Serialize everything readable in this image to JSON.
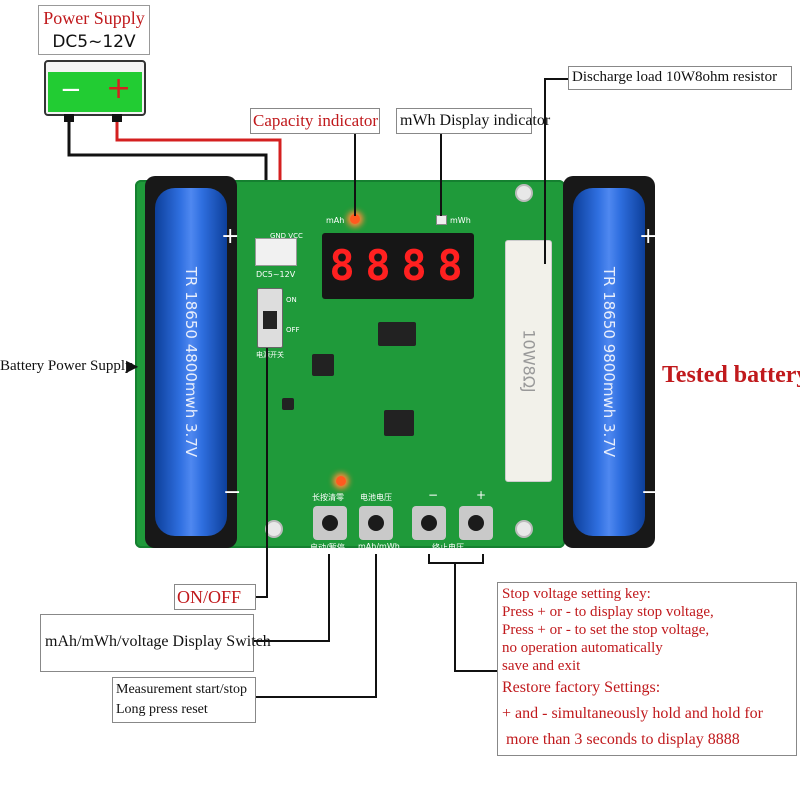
{
  "power_supply": {
    "title": "Power Supply",
    "voltage": "DC5~12V",
    "minus": "−",
    "plus": "+"
  },
  "labels": {
    "capacity_indicator": "Capacity indicator",
    "mwh_display_indicator": "mWh Display indicator",
    "discharge_load": "Discharge load 10W8ohm resistor",
    "battery_power_supply": "Battery Power Supply",
    "tested_battery": "Tested battery",
    "on_off": "ON/OFF",
    "display_switch": "mAh/mWh/voltage Display Switch",
    "measurement_line1": "Measurement start/stop",
    "measurement_line2": "Long press reset"
  },
  "stop_voltage_box": {
    "lines": [
      "Stop voltage setting key:",
      "Press + or - to display stop voltage,",
      "Press + or - to set the stop voltage,",
      "no operation automatically",
      "save and exit"
    ],
    "restore_lines": [
      "Restore factory Settings:",
      "+ and - simultaneously hold and hold for",
      "more than 3 seconds to display 8888"
    ]
  },
  "board": {
    "display_digits": [
      "8",
      "8",
      "8",
      "8"
    ],
    "mah_label": "mAh",
    "mwh_label": "mWh",
    "dc_label": "DC5~12V",
    "gnd_vcc": "GND VCC",
    "on_label": "ON",
    "off_label": "OFF",
    "resistor_marking": "10W8ΩJ",
    "btn_labels": [
      "启动/暂停",
      "mAh/mWh",
      "终止电压"
    ],
    "top_btn_labels": [
      "长按清零",
      "电池电压"
    ],
    "minus": "−",
    "plus": "+",
    "switch_label": "电源开关"
  },
  "batteries": {
    "left_text": "TR 18650 4800mwh 3.7V",
    "right_text": "TR 18650 9800mwh 3.7V",
    "plus": "+",
    "minus": "−"
  },
  "colors": {
    "board": "#1f9a3a",
    "label_red": "#c0191c",
    "wire_red": "#d42020",
    "wire_black": "#111111",
    "psu_green": "#22cc33"
  }
}
